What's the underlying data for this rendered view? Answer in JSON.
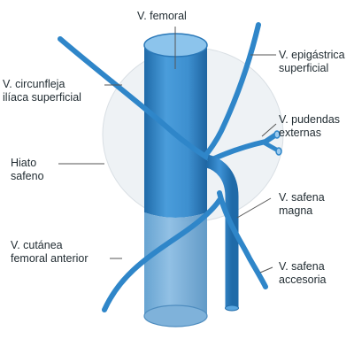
{
  "labels": {
    "femoral": "V. femoral",
    "epigastrica": [
      "V. epigástrica",
      "superficial"
    ],
    "circunfleja": [
      "V. circunfleja",
      "ilíaca superficial"
    ],
    "pudendas": [
      "V. pudendas",
      "externas"
    ],
    "hiato": [
      "Hiato",
      "safeno"
    ],
    "safena_magna": [
      "V. safena",
      "magna"
    ],
    "cutanea": [
      "V. cutánea",
      "femoral anterior"
    ],
    "safena_accesoria": [
      "V. safena",
      "accesoria"
    ]
  },
  "colors": {
    "vein_main": "#2f86c9",
    "vein_dark": "#1f6aa8",
    "vein_light": "#7bbbe6",
    "femoral_fill": "#4a98d3",
    "hiatus_disc": "#f1f4f6",
    "leader": "#444444"
  }
}
